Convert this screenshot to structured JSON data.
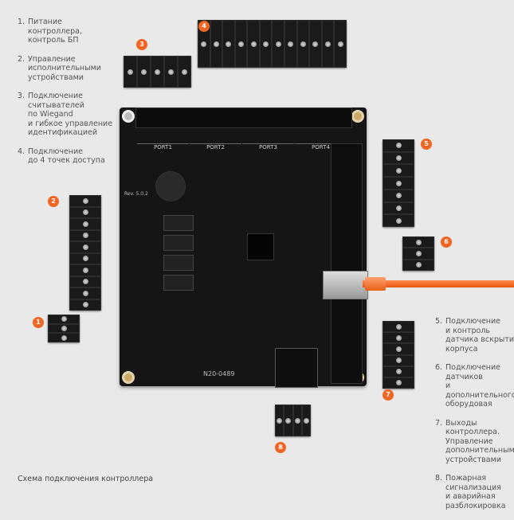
{
  "legend_left": [
    {
      "num": "1.",
      "text": "Питание\nконтроллера,\nконтроль БП"
    },
    {
      "num": "2.",
      "text": "Управление\nисполнительными\nустройствами"
    },
    {
      "num": "3.",
      "text": "Подключение\nсчитывателей\nпо Wiegand\nи гибкое управление\nидентификацией"
    },
    {
      "num": "4.",
      "text": "Подключение\nдо 4 точек доступа"
    }
  ],
  "legend_right": [
    {
      "num": "5.",
      "text": "Подключение\nи контроль\nдатчика вскрытия\nкорпуса"
    },
    {
      "num": "6.",
      "text": "Подключение\nдатчиков\nи дополнительного\nоборудовая"
    },
    {
      "num": "7.",
      "text": "Выходы\nконтроллера.\nУправление\nдополнительными\nустройствами"
    },
    {
      "num": "8.",
      "text": "Пожарная\nсигнализация\nи аварийная\nразблокировка"
    }
  ],
  "badges": [
    "1",
    "2",
    "3",
    "4",
    "5",
    "6",
    "7",
    "8"
  ],
  "board": {
    "ports": [
      "PORT1",
      "PORT2",
      "PORT3",
      "PORT4"
    ],
    "revision": "Rev. 5.0.2",
    "serial": "N20-0489"
  },
  "caption": "Схема подключения контроллера",
  "colors": {
    "accent": "#f26522",
    "board": "#151515",
    "background": "#e9e9e9"
  }
}
